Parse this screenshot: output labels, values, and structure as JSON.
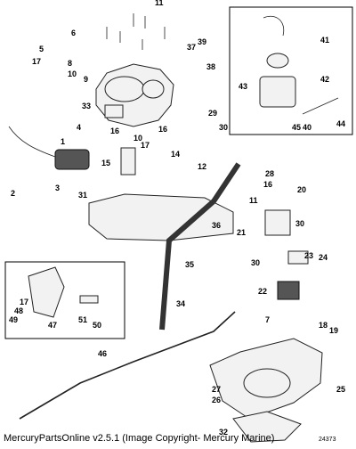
{
  "footer": {
    "credit": "MercuryPartsOnline v2.5.1 (Image Copyright- Mercury Marine)",
    "figure_number": "24373"
  },
  "callouts": [
    "11",
    "6",
    "5",
    "17",
    "8",
    "10",
    "9",
    "4",
    "3",
    "1",
    "2",
    "33",
    "16",
    "15",
    "10",
    "14",
    "16",
    "17",
    "29",
    "30",
    "12",
    "31",
    "39",
    "37",
    "38",
    "41",
    "42",
    "43",
    "45",
    "40",
    "44",
    "28",
    "11",
    "16",
    "20",
    "30",
    "21",
    "36",
    "35",
    "34",
    "30",
    "23",
    "24",
    "22",
    "7",
    "18",
    "19",
    "17",
    "48",
    "49",
    "47",
    "51",
    "50",
    "46",
    "27",
    "26",
    "25",
    "32"
  ]
}
